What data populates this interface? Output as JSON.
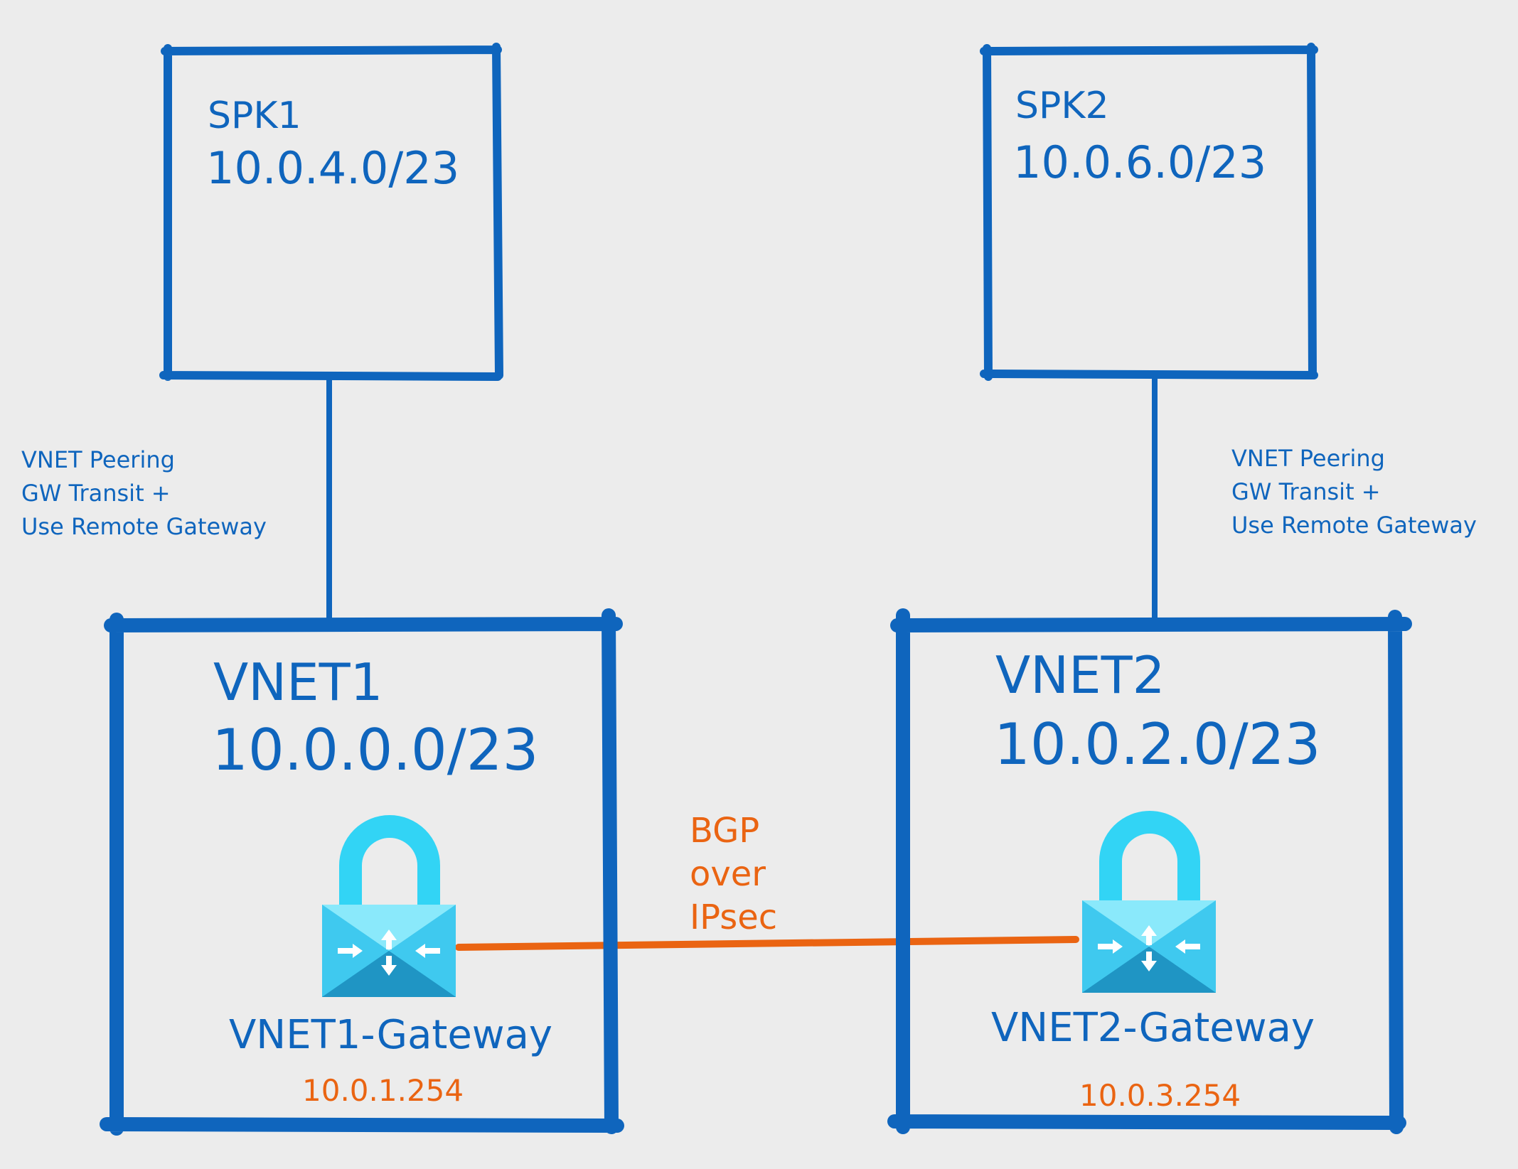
{
  "colors": {
    "background": "#ececec",
    "network_blue": "#0f65bd",
    "accent_orange": "#ea6412",
    "lock_cyan": "#32d4f5",
    "lock_body_light": "#6ee2fa",
    "lock_body_dark": "#198ab3"
  },
  "spokes": [
    {
      "name": "SPK1",
      "cidr": "10.0.4.0/23"
    },
    {
      "name": "SPK2",
      "cidr": "10.0.6.0/23"
    }
  ],
  "peering_labels": [
    {
      "line1": "VNET Peering",
      "line2": "GW Transit +",
      "line3": "Use Remote Gateway"
    },
    {
      "line1": "VNET Peering",
      "line2": "GW Transit +",
      "line3": "Use Remote Gateway"
    }
  ],
  "hubs": [
    {
      "name": "VNET1",
      "cidr": "10.0.0.0/23",
      "gateway_name": "VNET1-Gateway",
      "gateway_ip": "10.0.1.254",
      "icon": "vpn-gateway-icon"
    },
    {
      "name": "VNET2",
      "cidr": "10.0.2.0/23",
      "gateway_name": "VNET2-Gateway",
      "gateway_ip": "10.0.3.254",
      "icon": "vpn-gateway-icon"
    }
  ],
  "tunnel": {
    "line1": "BGP",
    "line2": "over",
    "line3": "IPsec"
  }
}
